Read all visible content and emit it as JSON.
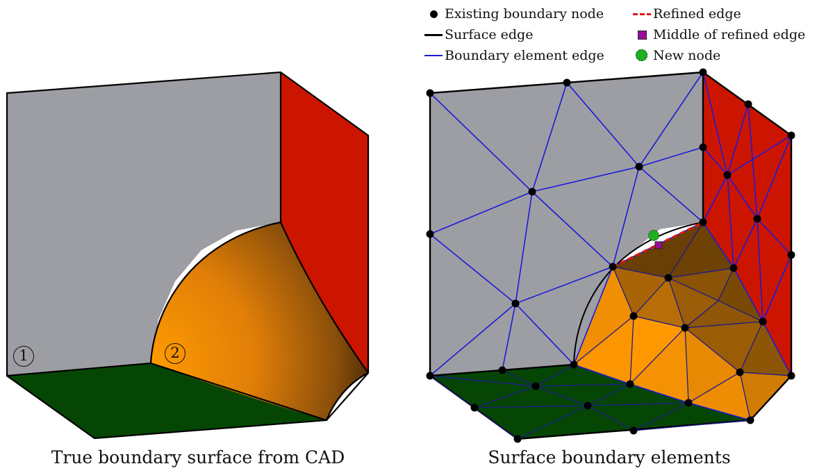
{
  "captions": {
    "left": "True boundary surface from CAD",
    "right": "Surface boundary elements"
  },
  "legend": [
    {
      "symbol": "black-dot-icon",
      "label": "Existing boundary node"
    },
    {
      "symbol": "black-line-icon",
      "label": "Surface edge"
    },
    {
      "symbol": "blue-line-icon",
      "label": "Boundary element edge"
    },
    {
      "symbol": "red-dashed-line-icon",
      "label": "Refined edge"
    },
    {
      "symbol": "purple-square-icon",
      "label": "Middle of refined edge"
    },
    {
      "symbol": "green-circle-icon",
      "label": "New node"
    }
  ],
  "markers": {
    "one": "1",
    "two": "2"
  },
  "colors": {
    "grey_face": "#9d9ea3",
    "red_face": "#cc1500",
    "green_face": "#064604",
    "orange_light": "#ff9800",
    "orange_dark": "#4a2a00",
    "boundary_edge": "#1a1ad8",
    "refined_edge": "#e01616",
    "node": "#000000",
    "midpoint": "#9a0d9a",
    "new_node": "#1fb01f"
  }
}
